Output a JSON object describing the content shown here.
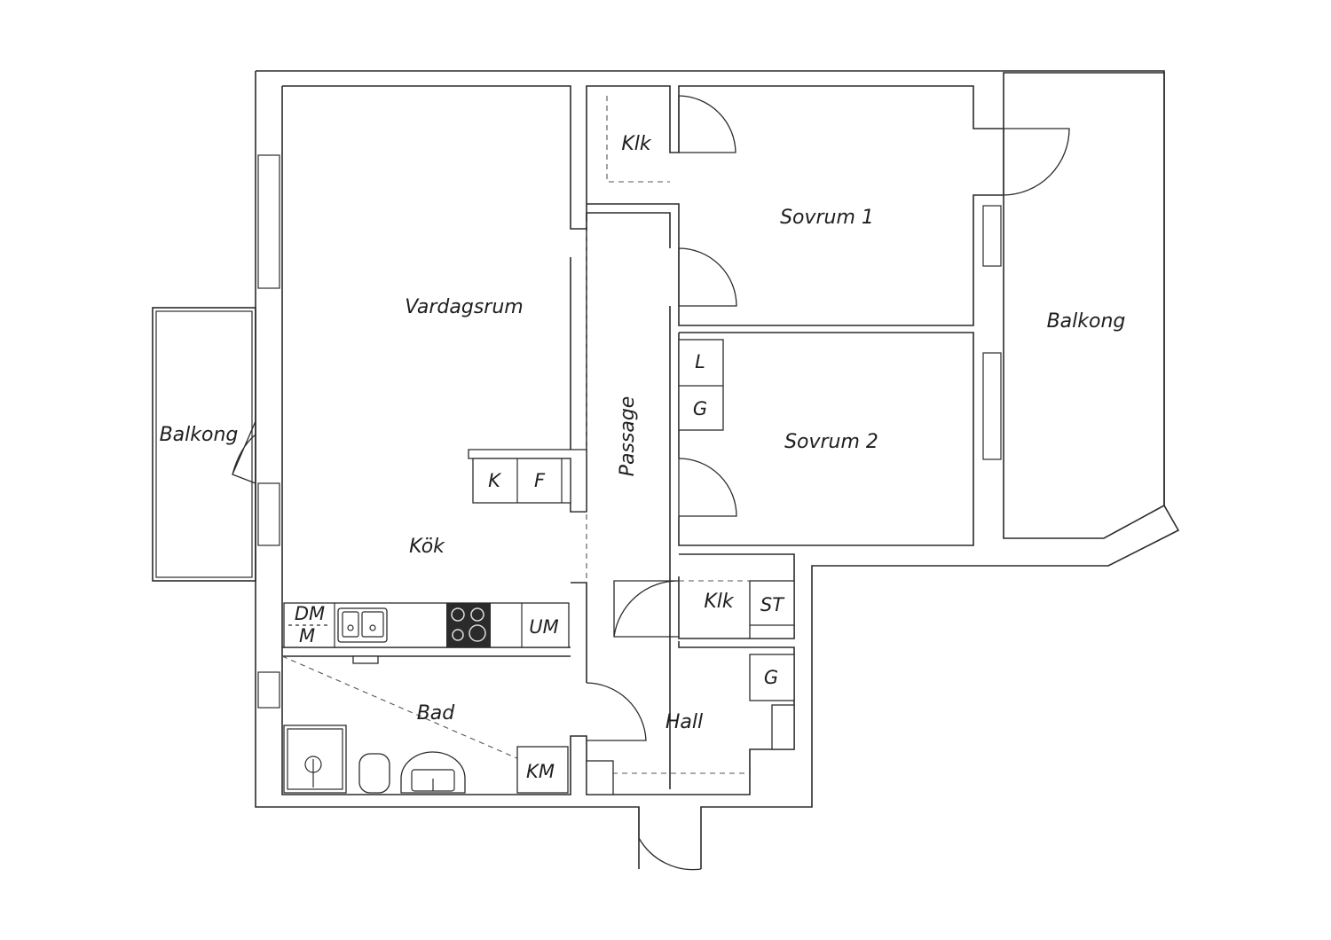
{
  "rooms": {
    "living": "Vardagsrum",
    "kitchen": "Kök",
    "passage": "Passage",
    "bedroom1": "Sovrum 1",
    "bedroom2": "Sovrum 2",
    "balcony_left": "Balkong",
    "balcony_right": "Balkong",
    "bathroom": "Bad",
    "hall": "Hall",
    "closet_top": "Klk",
    "closet_hall": "Klk"
  },
  "fixtures": {
    "fridge": "K",
    "freezer": "F",
    "dishwasher": "DM",
    "microwave": "M",
    "exhaust": "UM",
    "washer": "KM",
    "linen": "L",
    "wardrobe_bed2": "G",
    "storage": "ST",
    "wardrobe_hall": "G"
  }
}
